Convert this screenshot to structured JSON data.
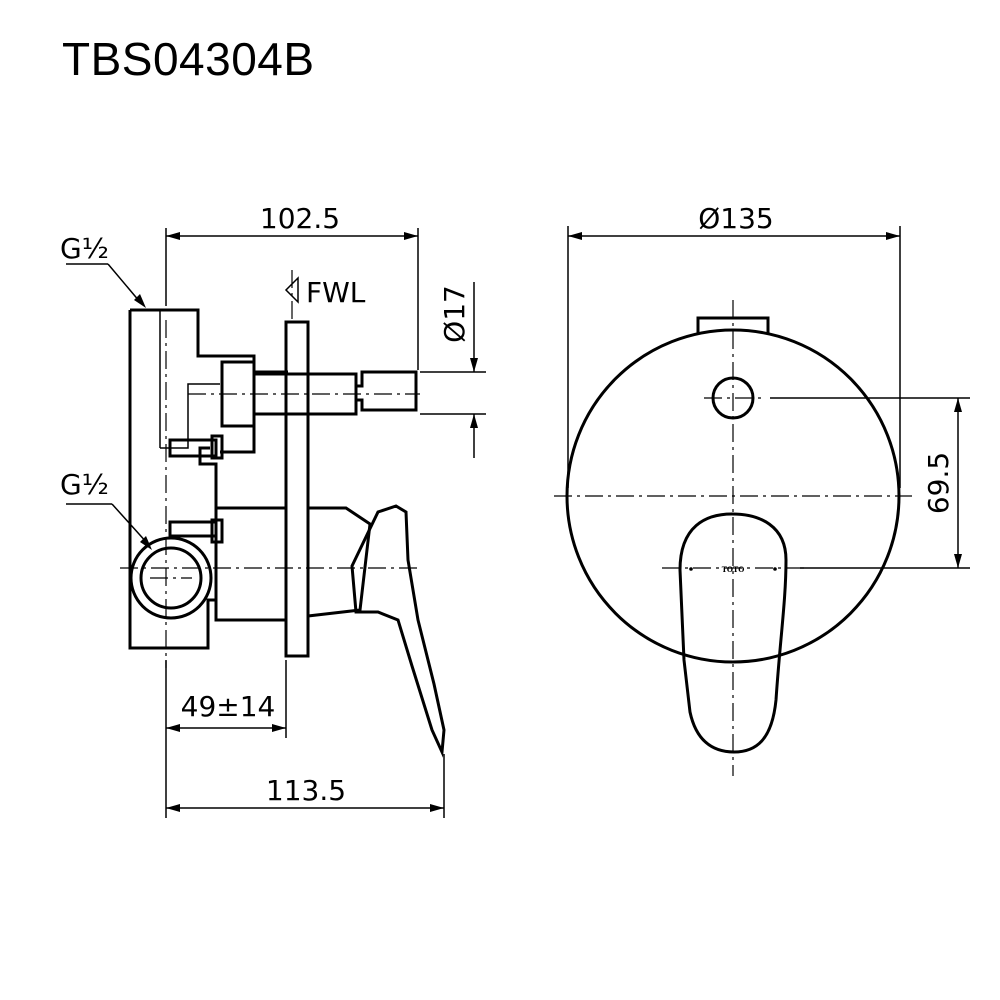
{
  "title": "TBS04304B",
  "side_view": {
    "thread_top": "G½",
    "thread_bottom": "G½",
    "dim_depth_to_spout": "102.5",
    "fwl_label": "FWL",
    "dim_diameter_stem": "Ø17",
    "dim_wall_depth": "49±14",
    "dim_total_depth": "113.5"
  },
  "front_view": {
    "dim_plate_diameter": "Ø135",
    "dim_center_offset": "69.5",
    "logo": "TOTO"
  }
}
